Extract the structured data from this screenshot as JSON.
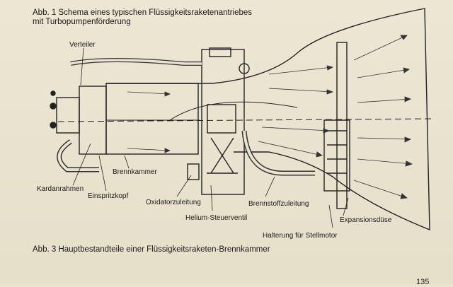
{
  "captions": {
    "fig1_line1": "Abb. 1  Schema eines typischen Flüssigkeitsraketenantriebes",
    "fig1_line2": "mit Turbopumpenförderung",
    "fig3": "Abb. 3  Hauptbestandteile einer  Flüssigkeitsraketen-Brennkammer",
    "page_number": "135"
  },
  "labels": {
    "verteiler": "Verteiler",
    "brennkammer": "Brennkammer",
    "kardanrahmen": "Kardanrahmen",
    "einspritzkopf": "Einspritzkopf",
    "oxidatorzuleitung": "Oxidatorzuleitung",
    "helium_steuerventil": "Helium-Steuerventil",
    "brennstoffzuleitung": "Brennstoffzuleitung",
    "expansionsduese": "Expansionsdüse",
    "halterung_stellmotor": "Halterung für Stellmotor"
  }
}
